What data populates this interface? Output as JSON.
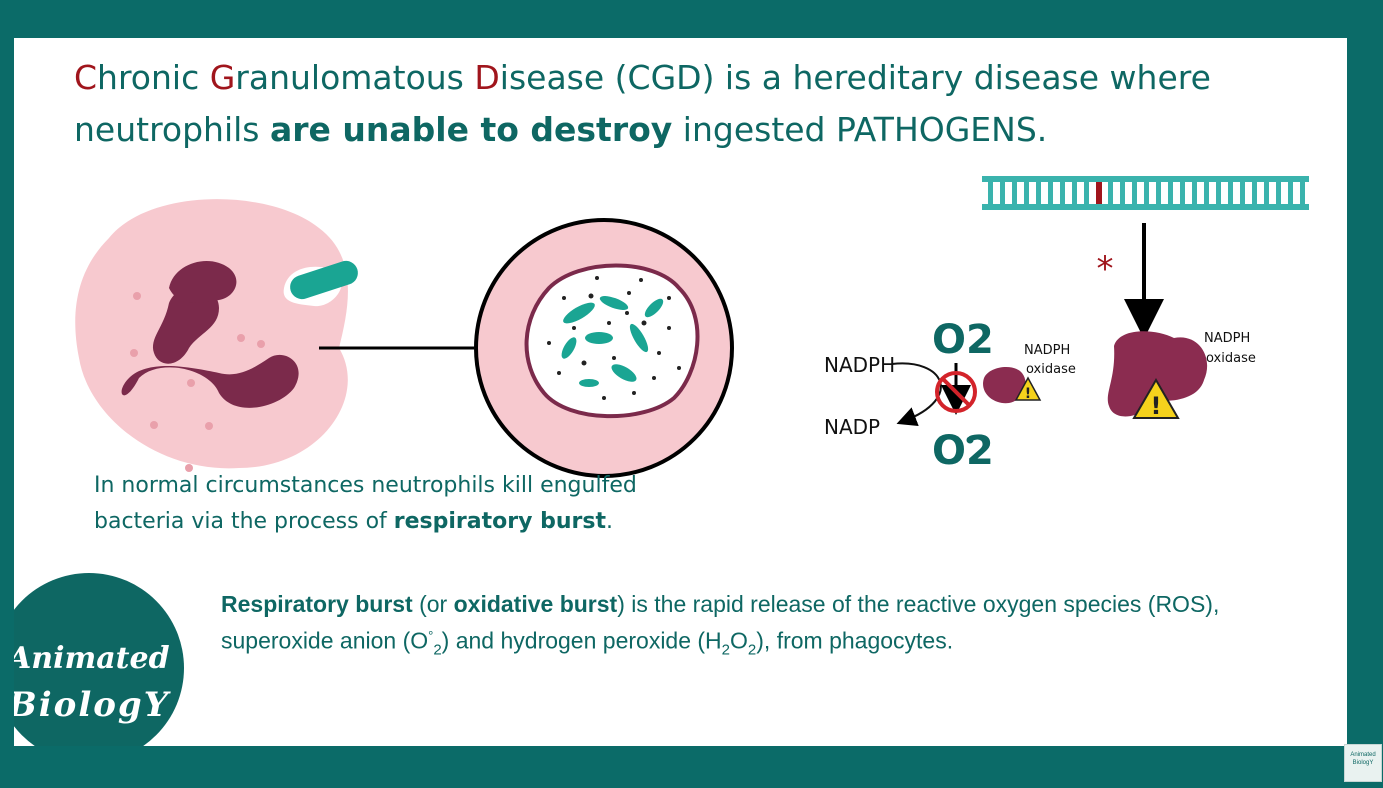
{
  "title": {
    "initial_c": "C",
    "rest_c": "hronic ",
    "initial_g": "G",
    "rest_g": "ranulomatous ",
    "initial_d": "D",
    "rest_line1": "isease (CGD) is a hereditary disease where",
    "line2_start": "neutrophils ",
    "line2_bold": "are unable to destroy",
    "line2_end": " ingested PATHOGENS."
  },
  "caption_normal": {
    "text1": "In normal circumstances neutrophils kill engulfed bacteria via the process of ",
    "bold": "respiratory burst",
    "end": "."
  },
  "definition": {
    "bold1": "Respiratory burst",
    "t1": " (or ",
    "bold2": "oxidative burst",
    "t2": ") is the rapid release of the reactive oxygen species (ROS), superoxide anion (O",
    "sup": "°",
    "sub1": "2",
    "t3": ") and hydrogen peroxide (H",
    "sub2": "2",
    "t4": "O",
    "sub3": "2",
    "t5": "), from phagocytes."
  },
  "mechanism": {
    "o2_top": "O2",
    "o2_bottom": "O2",
    "nadph": "NADPH",
    "nadp": "NADP",
    "enzyme_label_1a": "NADPH",
    "enzyme_label_1b": "oxidase",
    "enzyme_label_2a": "NADPH",
    "enzyme_label_2b": "oxidase",
    "mutation_mark": "*",
    "warning_symbol": "!"
  },
  "logo": {
    "line1": "Animated",
    "line2": "BiologY"
  },
  "mini_logo": {
    "line1": "Animated",
    "line2": "BiologY"
  },
  "colors": {
    "background": "#0b6b68",
    "teal_text": "#0e6763",
    "accent_red": "#a0151c",
    "neutrophil_pink": "#f7c9cf",
    "nucleus": "#7b2a4b",
    "bacteria_teal": "#1aa593",
    "dna_teal": "#3ab3ad",
    "warning_yellow": "#f5d21c"
  }
}
